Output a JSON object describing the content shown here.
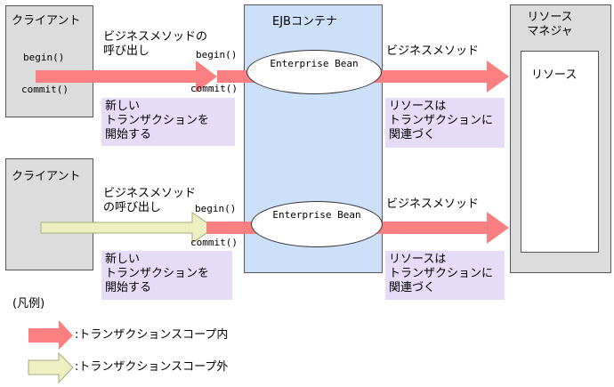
{
  "top": {
    "client_label": "クライアント",
    "begin_call": "begin()",
    "commit_call": "commit()",
    "business_method_call": [
      "ビジネスメソッドの",
      "呼び出し"
    ],
    "container_begin": "begin()",
    "container_commit": "commit()",
    "new_tx_note": [
      "新しい",
      "トランザクションを",
      "開始する"
    ],
    "bean_label": "Enterprise Bean",
    "resource_method": "ビジネスメソッド",
    "resource_note": [
      "リソースは",
      "トランザクションに",
      "関連づく"
    ]
  },
  "bottom": {
    "client_label": "クライアント",
    "business_method_call": [
      "ビジネスメソッド",
      "の呼び出し"
    ],
    "container_begin": "begin()",
    "container_commit": "commit()",
    "new_tx_note": [
      "新しい",
      "トランザクションを",
      "開始する"
    ],
    "bean_label": "Enterprise Bean",
    "resource_method": "ビジネスメソッド",
    "resource_note": [
      "リソースは",
      "トランザクションに",
      "関連づく"
    ]
  },
  "container": {
    "title": "EJBコンテナ"
  },
  "resource_manager": {
    "title": [
      "リソース",
      "マネジャ"
    ],
    "resource_label": "リソース"
  },
  "legend": {
    "title": "(凡例)",
    "inside": ":トランザクションスコープ内",
    "outside": ":トランザクションスコープ外"
  },
  "colors": {
    "in_scope_arrow": "#f97f80",
    "out_scope_arrow": "#eef0c2",
    "note_fill": "#e6dcf7",
    "container_fill": "#cce0fa",
    "client_fill": "#dcdcdc"
  }
}
